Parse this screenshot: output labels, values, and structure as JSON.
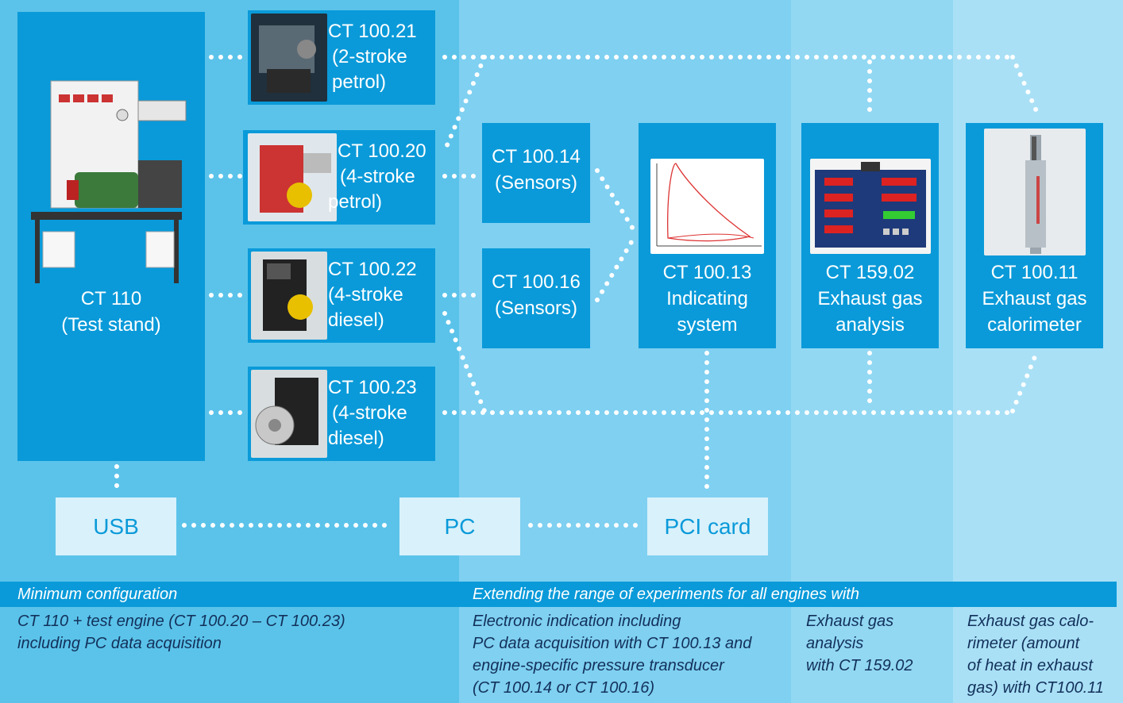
{
  "colors": {
    "accent": "#0a9ad9",
    "light_box": "#d9f1fb",
    "bg_left": "#5bc3ea",
    "bg_mid": "#7fd0f1",
    "bg_right": "#a6def5"
  },
  "test_stand": {
    "name": "CT 110",
    "desc": "(Test stand)"
  },
  "engines": [
    {
      "name": "CT 100.21",
      "line2": "(2-stroke",
      "line3": "petrol)"
    },
    {
      "name": "CT 100.20",
      "line2": "(4-stroke",
      "line3": "petrol)"
    },
    {
      "name": "CT 100.22",
      "line2": "(4-stroke",
      "line3": "diesel)"
    },
    {
      "name": "CT 100.23",
      "line2": "(4-stroke",
      "line3": "diesel)"
    }
  ],
  "sensors": [
    {
      "name": "CT 100.14",
      "desc": "(Sensors)"
    },
    {
      "name": "CT 100.16",
      "desc": "(Sensors)"
    }
  ],
  "modules": [
    {
      "name": "CT 100.13",
      "line2": "Indicating",
      "line3": "system"
    },
    {
      "name": "CT 159.02",
      "line2": "Exhaust gas",
      "line3": "analysis"
    },
    {
      "name": "CT 100.11",
      "line2": "Exhaust gas",
      "line3": "calorimeter"
    }
  ],
  "connectors": {
    "usb": "USB",
    "pc": "PC",
    "pci": "PCI card"
  },
  "band": {
    "left": "Minimum configuration",
    "right": "Extending the range of experiments for all engines with"
  },
  "descriptions": {
    "minimum": [
      "CT 110 + test engine (CT 100.20 – CT 100.23)",
      "including PC data acquisition"
    ],
    "indication": [
      "Electronic indication including",
      "PC data acquisition with CT 100.13 and",
      "engine-specific pressure transducer",
      "(CT 100.14 or CT 100.16)"
    ],
    "exhaust_analysis": [
      "Exhaust gas",
      "analysis",
      "with CT 159.02"
    ],
    "calorimeter": [
      "Exhaust gas calo-",
      "rimeter (amount",
      "of heat in exhaust",
      "gas) with CT100.11"
    ]
  }
}
